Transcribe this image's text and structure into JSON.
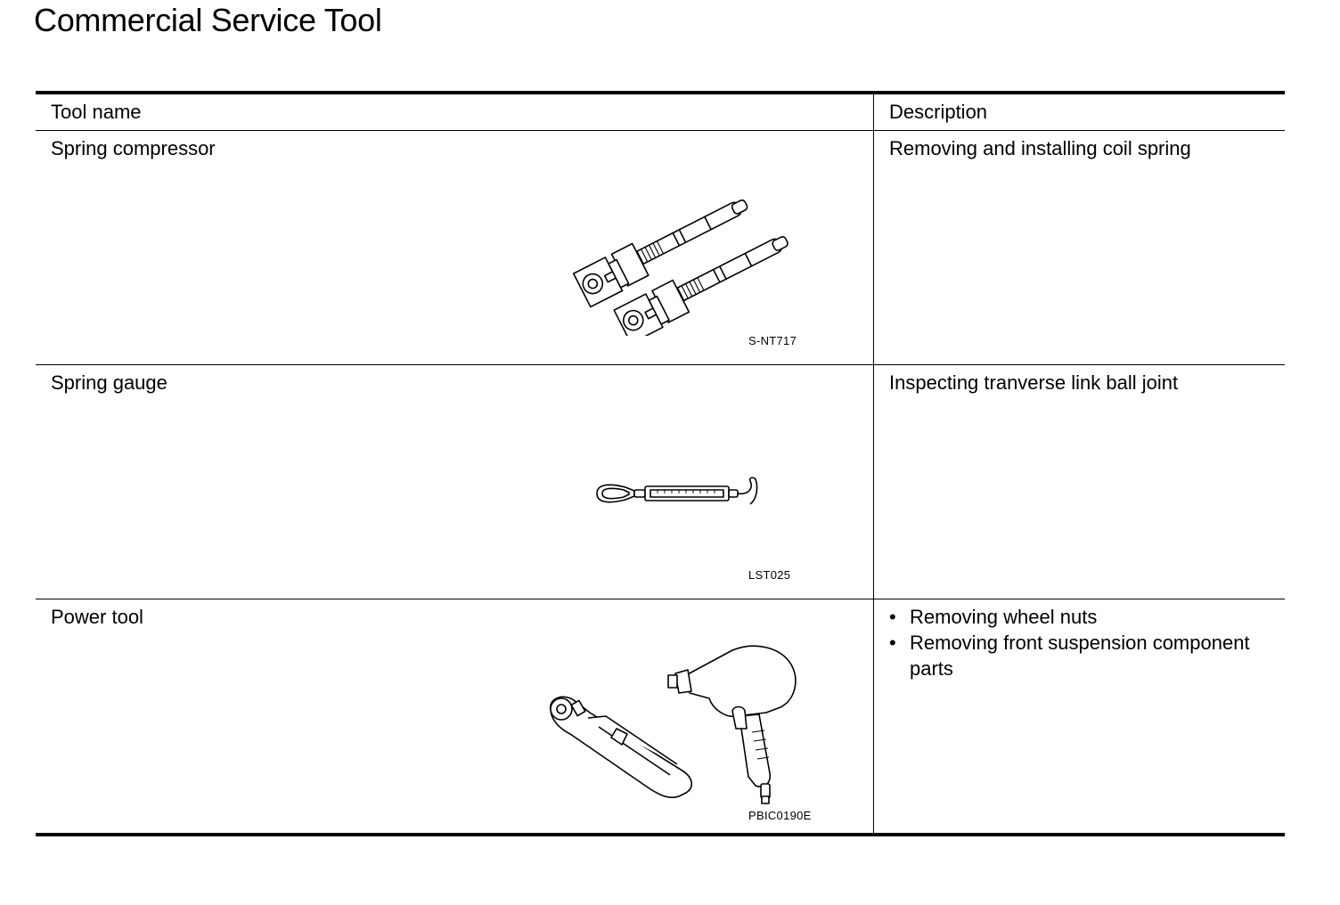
{
  "title": "Commercial Service Tool",
  "table": {
    "headers": {
      "name": "Tool name",
      "description": "Description"
    },
    "rows": [
      {
        "name": "Spring compressor",
        "description": [
          "Removing and installing coil spring"
        ],
        "figure_code": "S-NT717",
        "icon": "spring-compressor-illustration"
      },
      {
        "name": "Spring gauge",
        "description": [
          "Inspecting tranverse link ball joint"
        ],
        "figure_code": "LST025",
        "icon": "spring-gauge-illustration"
      },
      {
        "name": "Power tool",
        "description": [
          "Removing wheel nuts",
          "Removing front suspension component parts"
        ],
        "figure_code": "PBIC0190E",
        "icon": "power-tool-illustration"
      }
    ]
  }
}
